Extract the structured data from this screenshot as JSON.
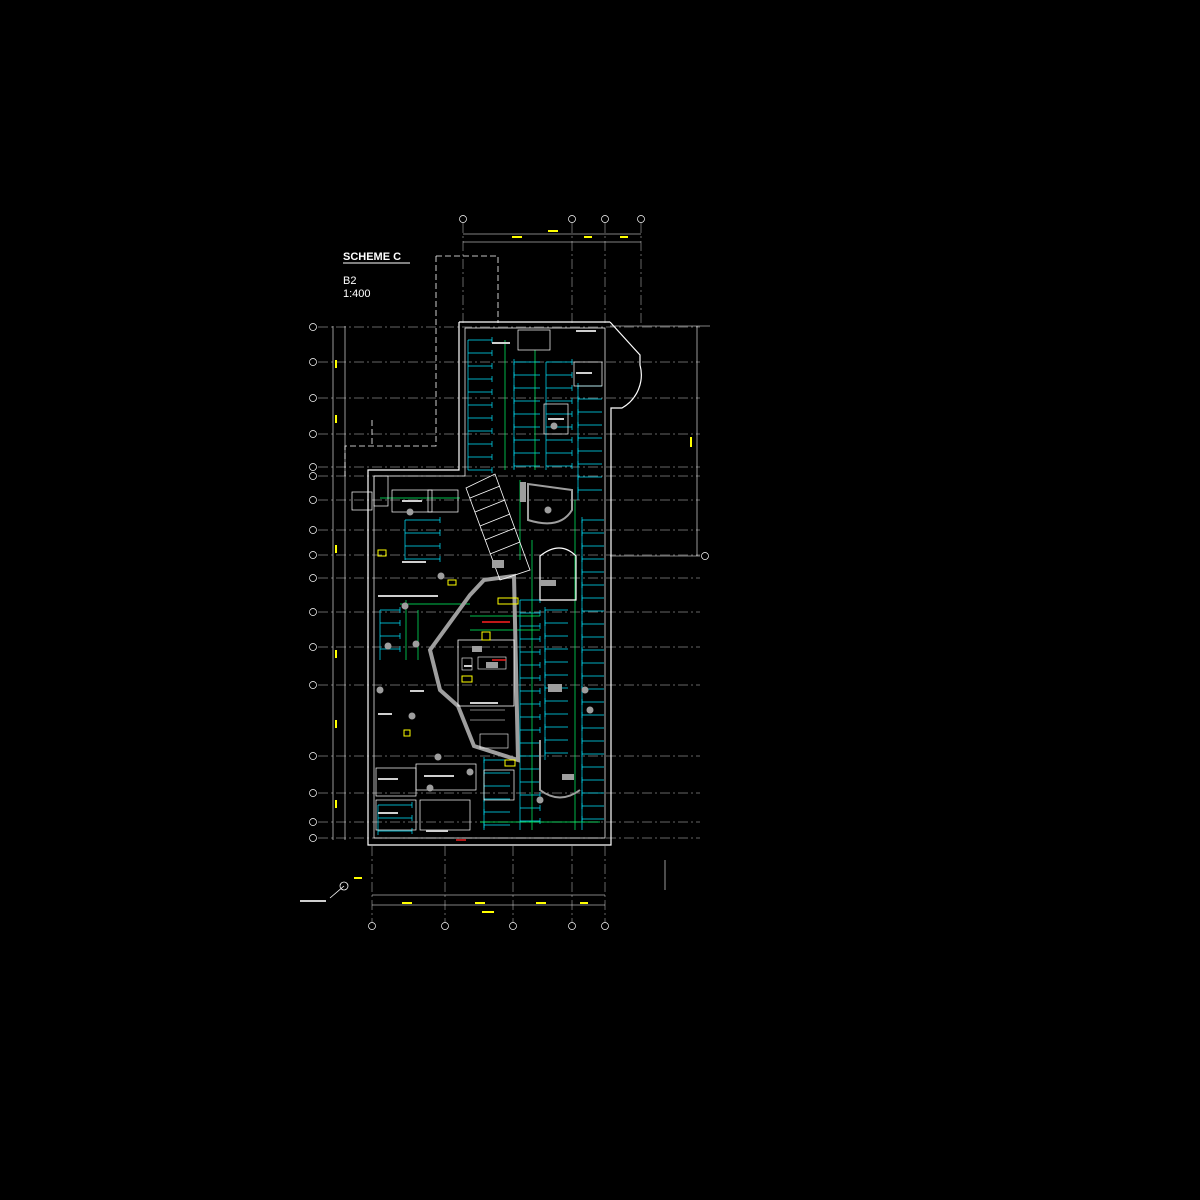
{
  "title": {
    "scheme": "SCHEME C",
    "level": "B2",
    "scale": "1:400"
  },
  "colors": {
    "background": "#000000",
    "walls": "#ffffff",
    "structure": "#9e9e9e",
    "cyan": "#00e5ff",
    "green": "#00ff66",
    "yellow": "#ffff00",
    "red": "#ff2020"
  }
}
